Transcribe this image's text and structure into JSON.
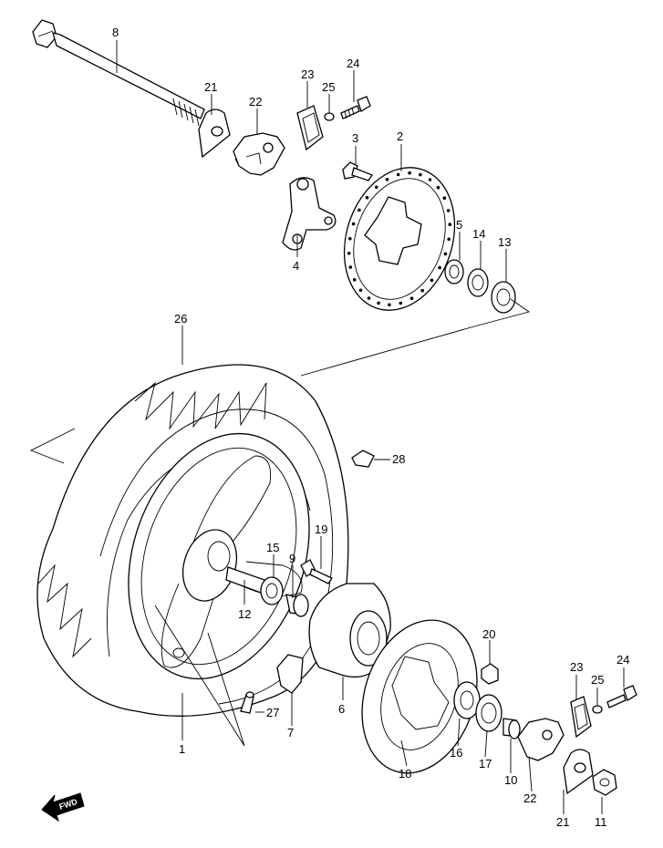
{
  "labels": {
    "p1": "1",
    "p2": "2",
    "p3": "3",
    "p4": "4",
    "p5": "5",
    "p6": "6",
    "p7": "7",
    "p8": "8",
    "p9": "9",
    "p10": "10",
    "p11": "11",
    "p12": "12",
    "p13": "13",
    "p14": "14",
    "p15": "15",
    "p16": "16",
    "p17": "17",
    "p18": "18",
    "p19": "19",
    "p20": "20",
    "p21a": "21",
    "p21b": "21",
    "p22a": "22",
    "p22b": "22",
    "p23a": "23",
    "p23b": "23",
    "p24a": "24",
    "p24b": "24",
    "p25a": "25",
    "p25b": "25",
    "p26": "26",
    "p27": "27",
    "p28": "28"
  },
  "fwd_arrow": {
    "text": "FWD",
    "icon": "forward-arrow-icon"
  }
}
